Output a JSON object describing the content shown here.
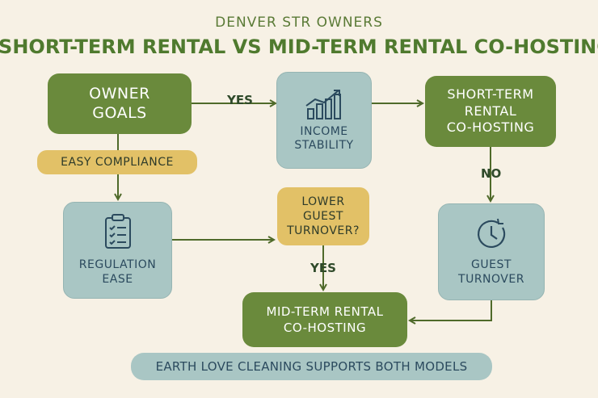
{
  "header": {
    "subtitle": "DENVER STR OWNERS",
    "title": "SHORT-TERM RENTAL VS MID-TERM RENTAL CO-HOSTING"
  },
  "nodes": {
    "owner_goals": "OWNER\nGOALS",
    "income_stability": "INCOME\nSTABILITY",
    "short_term": "SHORT-TERM\nRENTAL\nCO-HOSTING",
    "easy_compliance": "EASY COMPLIANCE",
    "regulation_ease": "REGULATION\nEASE",
    "lower_turnover": "LOWER\nGUEST\nTURNOVER?",
    "guest_turnover": "GUEST\nTURNOVER",
    "mid_term": "MID-TERM RENTAL\nCO-HOSTING"
  },
  "labels": {
    "yes_top": "YES",
    "no": "NO",
    "yes_mid": "YES"
  },
  "footer": "EARTH LOVE CLEANING SUPPORTS BOTH MODELS",
  "colors": {
    "dark_green": "#6a8a3c",
    "light_teal": "#a9c6c4",
    "yellow": "#e2c167",
    "background": "#f7f1e5",
    "arrow": "#4f6a2a"
  },
  "icons": {
    "income": "bar-chart-trend-icon",
    "regulation": "clipboard-checklist-icon",
    "turnover": "clock-icon"
  }
}
